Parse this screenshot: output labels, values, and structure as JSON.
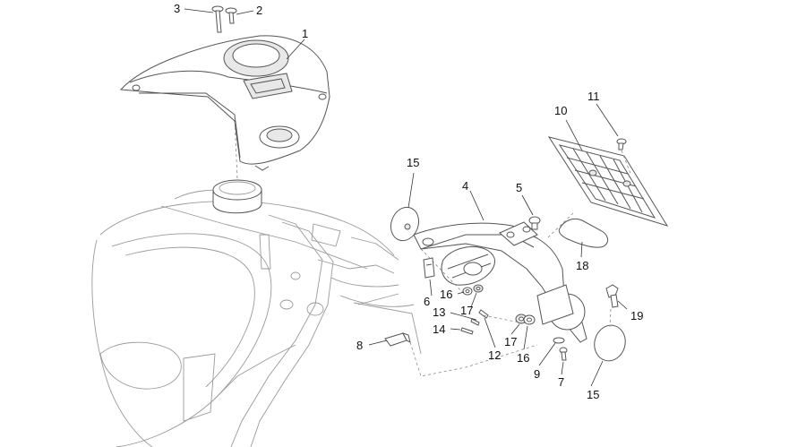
{
  "callouts": {
    "c1": "1",
    "c2": "2",
    "c3": "3",
    "c4": "4",
    "c5": "5",
    "c6": "6",
    "c7": "7",
    "c8": "8",
    "c9": "9",
    "c10": "10",
    "c11": "11",
    "c12": "12",
    "c13": "13",
    "c14": "14",
    "c15a": "15",
    "c15b": "15",
    "c16a": "16",
    "c16b": "16",
    "c17a": "17",
    "c17b": "17",
    "c18": "18",
    "c19": "19"
  }
}
